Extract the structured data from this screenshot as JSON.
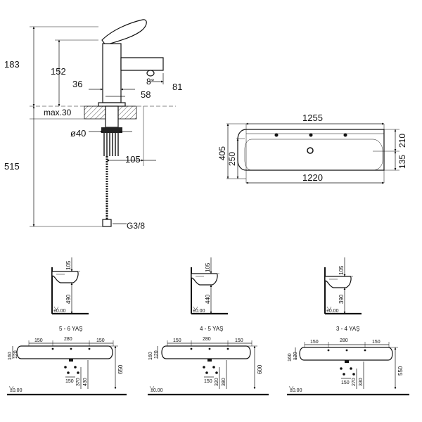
{
  "faucet": {
    "d183": "183",
    "d152": "152",
    "d36": "36",
    "d58": "58",
    "d81": "81",
    "d8": "8°",
    "max": "max.30",
    "dia40": "ø40",
    "d105": "105",
    "d515": "515",
    "thread": "G3/8"
  },
  "basin": {
    "w1255": "1255",
    "w1220": "1220",
    "h405": "405",
    "h250": "250",
    "h210": "210",
    "h135": "135"
  },
  "side": [
    {
      "caption": "5 - 6 YAŞ",
      "top": "105",
      "height": "490",
      "zero": "±0.00"
    },
    {
      "caption": "4 - 5 YAŞ",
      "top": "105",
      "height": "440",
      "zero": "±0.00"
    },
    {
      "caption": "3 - 4 YAŞ",
      "top": "105",
      "height": "390",
      "zero": "±0.00"
    }
  ],
  "front": [
    {
      "s1": "150",
      "s2": "280",
      "s3": "150",
      "h160": "160",
      "h120": "120",
      "a": "150",
      "b": "370",
      "c": "430",
      "total": "650",
      "zero": "±0.00"
    },
    {
      "s1": "150",
      "s2": "280",
      "s3": "150",
      "h160": "160",
      "h120": "120",
      "a": "150",
      "b": "320",
      "c": "380",
      "total": "600",
      "zero": "±0.00"
    },
    {
      "s1": "150",
      "s2": "280",
      "s3": "150",
      "h160": "160",
      "h120": "120",
      "a": "150",
      "b": "270",
      "c": "330",
      "total": "550",
      "zero": "±0.00"
    }
  ]
}
